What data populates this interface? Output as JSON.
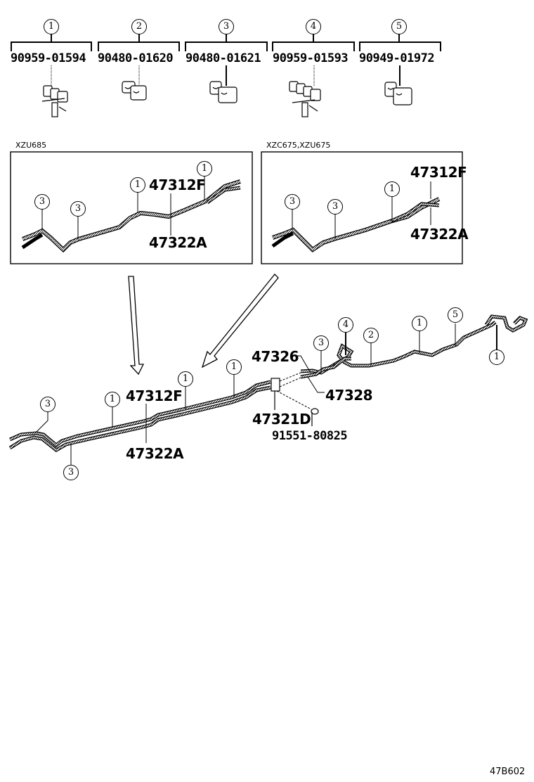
{
  "legend": {
    "items": [
      {
        "ref": "1",
        "part_number": "90959-01594"
      },
      {
        "ref": "2",
        "part_number": "90480-01620"
      },
      {
        "ref": "3",
        "part_number": "90480-01621"
      },
      {
        "ref": "4",
        "part_number": "90959-01593"
      },
      {
        "ref": "5",
        "part_number": "90949-01972"
      }
    ]
  },
  "variants": {
    "left": {
      "title": "XZU685",
      "callouts": [
        "3",
        "3",
        "1",
        "1"
      ],
      "upper_part": "47312F",
      "lower_part": "47322A"
    },
    "right": {
      "title": "XZC675,XZU675",
      "callouts": [
        "3",
        "3",
        "1"
      ],
      "upper_part": "47312F",
      "lower_part": "47322A"
    }
  },
  "main": {
    "left_callouts": [
      "3",
      "1",
      "1",
      "1",
      "3"
    ],
    "upper_part": "47312F",
    "lower_part": "47322A",
    "right_callouts": [
      "3",
      "4",
      "2",
      "1",
      "5",
      "1"
    ],
    "parts": {
      "p47326": "47326",
      "p47328": "47328",
      "p47321D": "47321D",
      "p91551": "91551-80825"
    }
  },
  "footer": {
    "diagram_code": "47B602"
  }
}
